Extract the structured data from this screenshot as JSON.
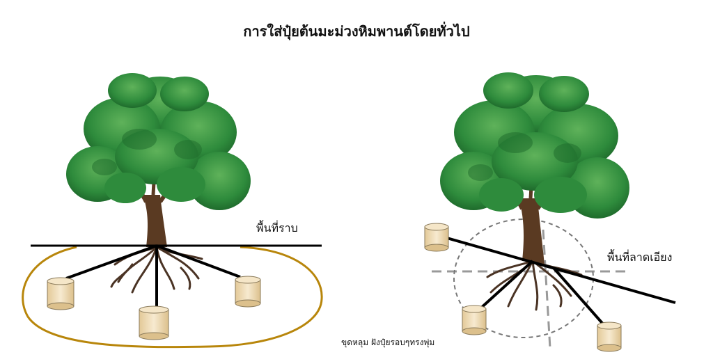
{
  "title": "การใส่ปุ๋ยต้นมะม่วงหิมพานต์โดยทั่วไป",
  "left_panel": {
    "label": "พื้นที่ราบ"
  },
  "right_panel": {
    "label": "พื้นที่ลาดเอียง",
    "note": "ขุดหลุม ฝังปุ๋ยรอบๆทรงพุ่ม"
  },
  "colors": {
    "foliage": "#2e8b3c",
    "foliage_dark": "#1f6b2c",
    "foliage_light": "#5fb25a",
    "trunk": "#5a3a22",
    "roots": "#4a3324",
    "ground_line": "#000000",
    "ellipse": "#b8860b",
    "bucket": "#efdcb4",
    "bucket_edge": "#8a7a5a",
    "dashed": "#999999"
  }
}
